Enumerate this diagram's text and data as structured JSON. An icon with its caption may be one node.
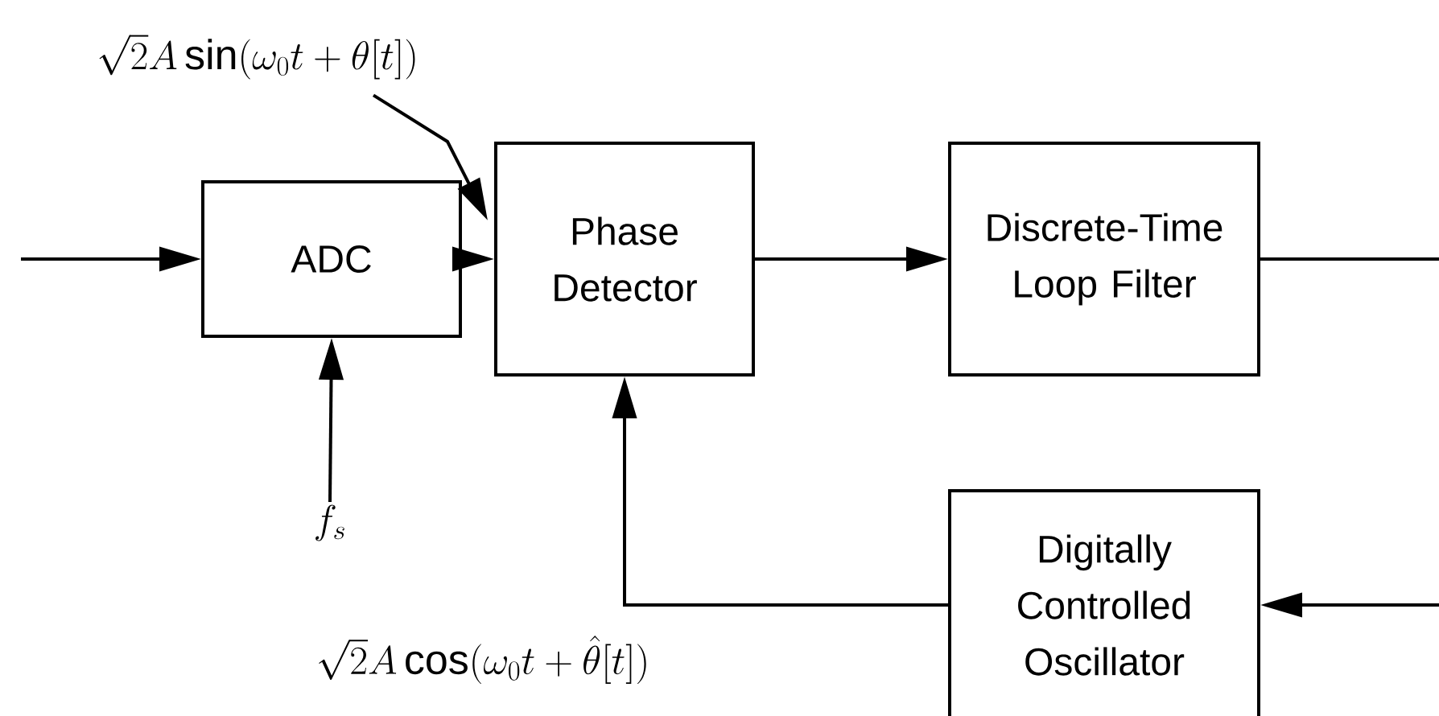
{
  "diagram": {
    "nodes": [
      {
        "text": [
          "ADC"
        ]
      },
      {
        "text": [
          "Phase Detector"
        ]
      },
      {
        "text": [
          "Discrete-Time Loop Filter"
        ]
      },
      {
        "text": [
          "Digitally Controlled Oscillator"
        ]
      },
      {
        "text": [
          "f_s"
        ]
      },
      {
        "text": [
          "\\sqrt{2}A\\sin(\\omega_0 t+\\theta[t])"
        ]
      }
    ],
    "edges": [
      {
        "from": null,
        "to": 0,
        "arrow": "to"
      },
      {
        "from": 0,
        "to": 1,
        "arrow": "to"
      },
      {
        "from": 1,
        "to": 2,
        "arrow": "to"
      },
      {
        "from": 2,
        "to": null,
        "arrow": "none"
      },
      {
        "from": null,
        "to": 3,
        "arrow": "to"
      },
      {
        "from": 3,
        "to": 1,
        "arrow": "to"
      },
      {
        "from": 4,
        "to": 0,
        "arrow": "to"
      },
      {
        "from": 5,
        "to": 1,
        "arrow": "to"
      }
    ],
    "labels": [
      "\\sqrt{2}A\\cos(\\omega_0 t+\\hat{\\theta}[t])"
    ]
  }
}
